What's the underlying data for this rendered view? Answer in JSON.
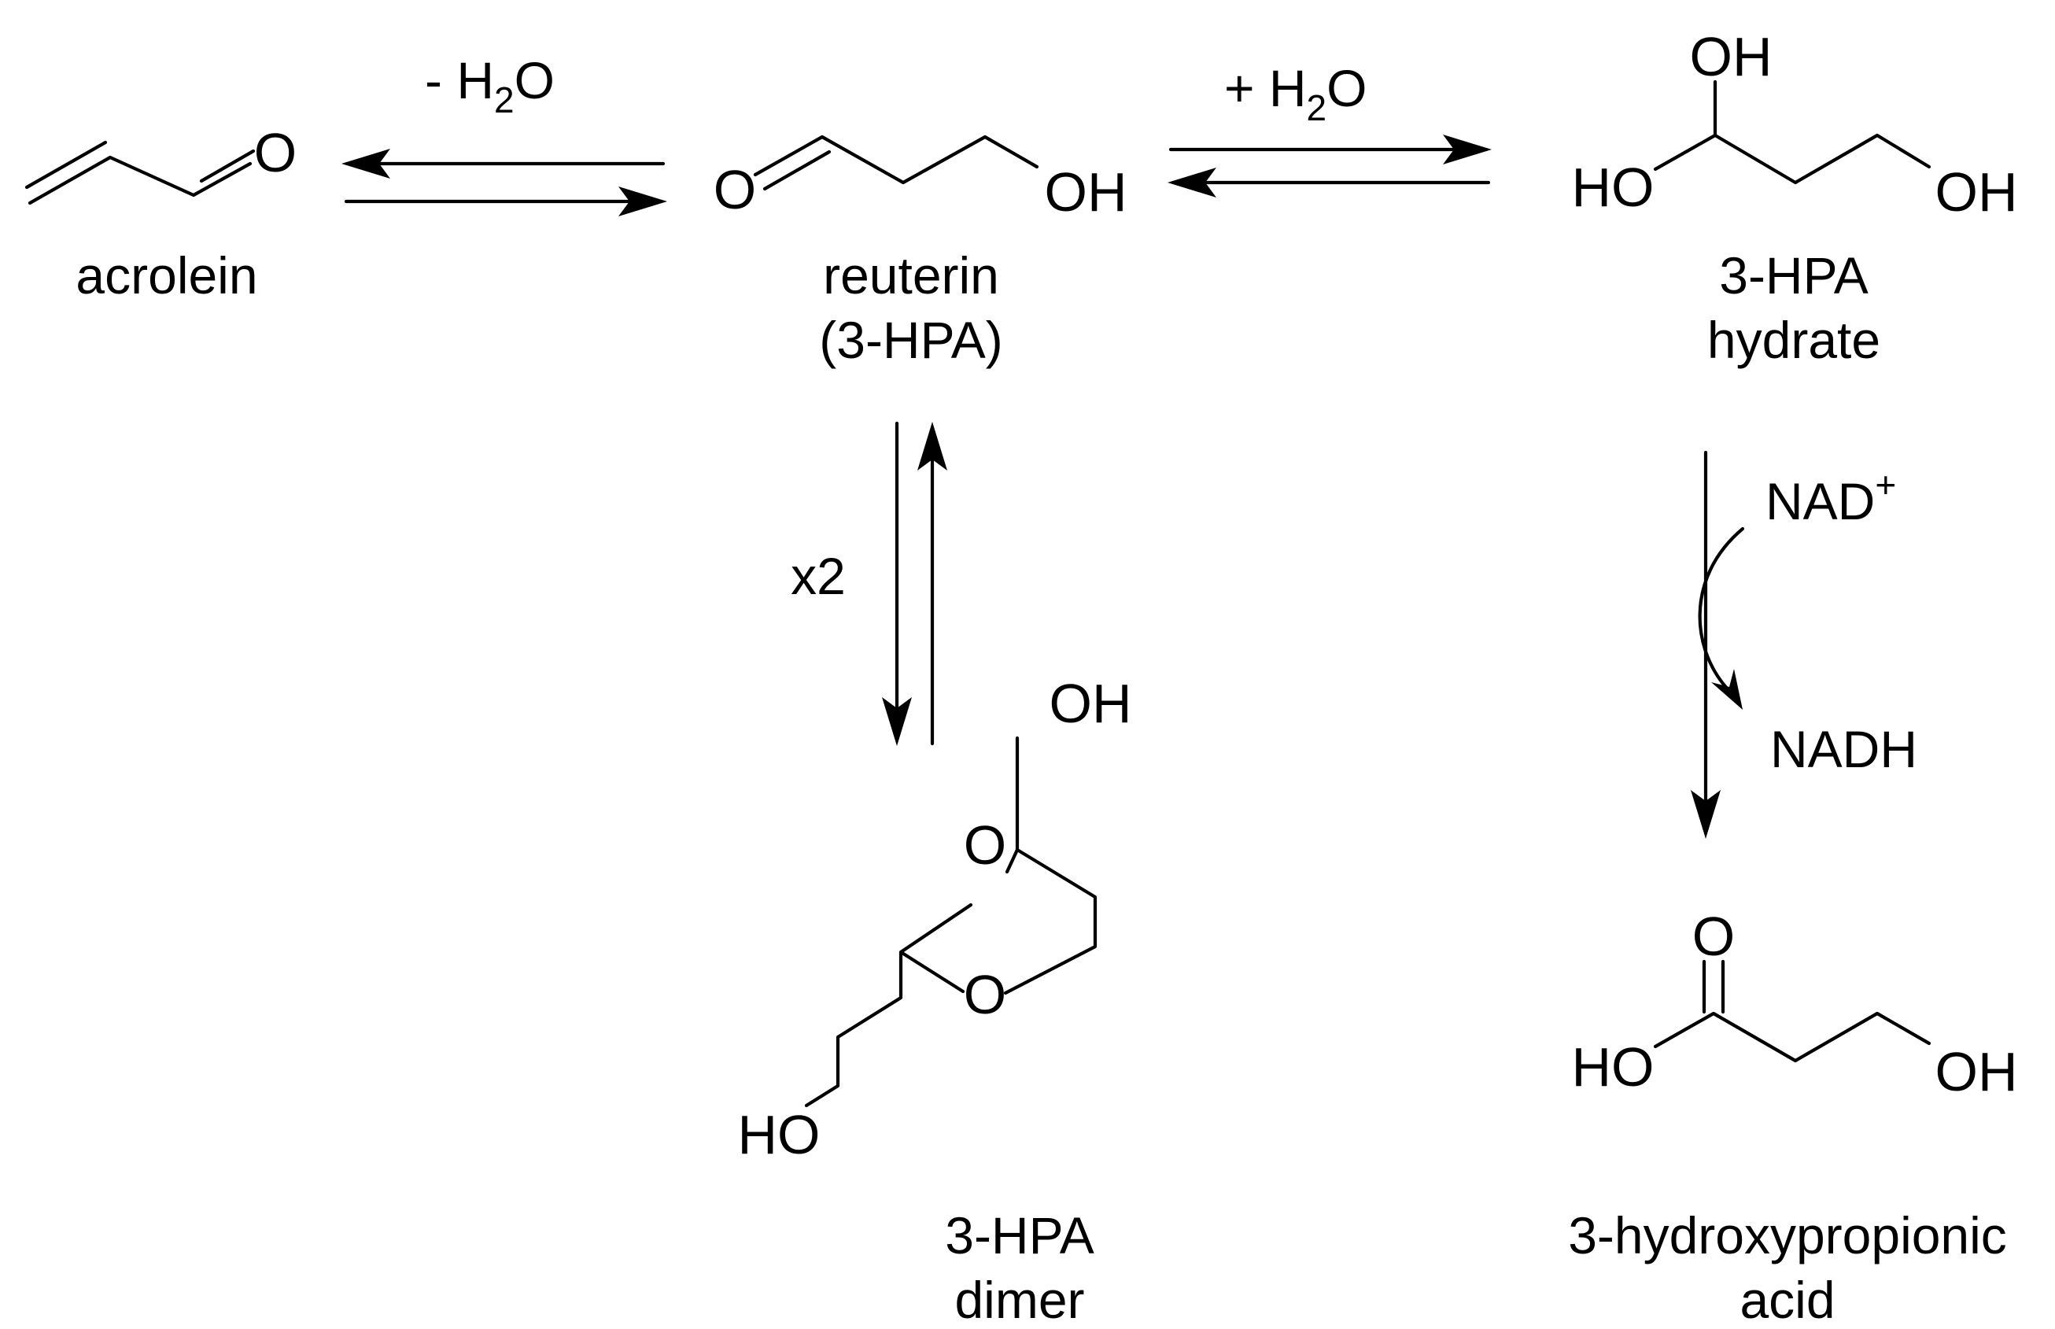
{
  "compounds": {
    "acrolein": {
      "name": "acrolein",
      "atom_o": "O"
    },
    "reuterin": {
      "name_line1": "reuterin",
      "name_line2": "(3-HPA)",
      "atom_o": "O",
      "atom_oh": "OH"
    },
    "hydrate": {
      "name_line1": "3-HPA",
      "name_line2": "hydrate",
      "atom_oh_top": "OH",
      "atom_ho_left": "HO",
      "atom_oh_right": "OH"
    },
    "dimer": {
      "name_line1": "3-HPA",
      "name_line2": "dimer",
      "atom_oh": "OH",
      "atom_o1": "O",
      "atom_o3": "O",
      "atom_ho": "HO"
    },
    "acid": {
      "name_line1": "3-hydroxypropionic",
      "name_line2": "acid",
      "atom_o": "O",
      "atom_ho": "HO",
      "atom_oh": "OH"
    }
  },
  "conditions": {
    "dehydration": {
      "sign": "- H",
      "sub": "2",
      "tail": "O"
    },
    "hydration": {
      "sign": "+ H",
      "sub": "2",
      "tail": "O"
    },
    "dimerization": "x2",
    "oxidation": {
      "cofactor_in": "NAD",
      "cofactor_in_sup": "+",
      "cofactor_out": "NADH"
    }
  },
  "colors": {
    "ink": "#000000",
    "background": "#ffffff"
  }
}
